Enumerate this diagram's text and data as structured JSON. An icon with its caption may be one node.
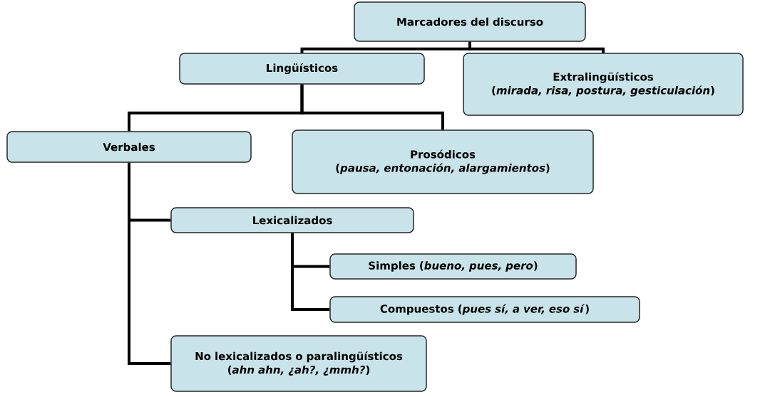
{
  "diagram": {
    "nodes": [
      {
        "text": [
          "Marcadores del discurso"
        ]
      },
      {
        "text": [
          "Lingüísticos"
        ]
      },
      {
        "text": [
          "Extralingüísticos",
          "(*mirada, risa, postura, gesticulación*)"
        ]
      },
      {
        "text": [
          "Verbales"
        ]
      },
      {
        "text": [
          "Prosódicos",
          "(*pausa, entonación, alargamientos*)"
        ]
      },
      {
        "text": [
          "Lexicalizados"
        ]
      },
      {
        "text": [
          "Simples (*bueno, pues, pero*)"
        ]
      },
      {
        "text": [
          "Compuestos (*pues sí, a ver, eso sí*)"
        ]
      },
      {
        "text": [
          "No lexicalizados o paralingüísticos",
          "(*ahn ahn, ¿ah?, ¿mmh?*)"
        ]
      }
    ],
    "edges": [
      {
        "from": 0,
        "to": 1,
        "arrow": "none"
      },
      {
        "from": 0,
        "to": 2,
        "arrow": "none"
      },
      {
        "from": 1,
        "to": 3,
        "arrow": "none"
      },
      {
        "from": 1,
        "to": 4,
        "arrow": "none"
      },
      {
        "from": 3,
        "to": 5,
        "arrow": "none"
      },
      {
        "from": 3,
        "to": 8,
        "arrow": "none"
      },
      {
        "from": 5,
        "to": 6,
        "arrow": "none"
      },
      {
        "from": 5,
        "to": 7,
        "arrow": "none"
      }
    ]
  }
}
